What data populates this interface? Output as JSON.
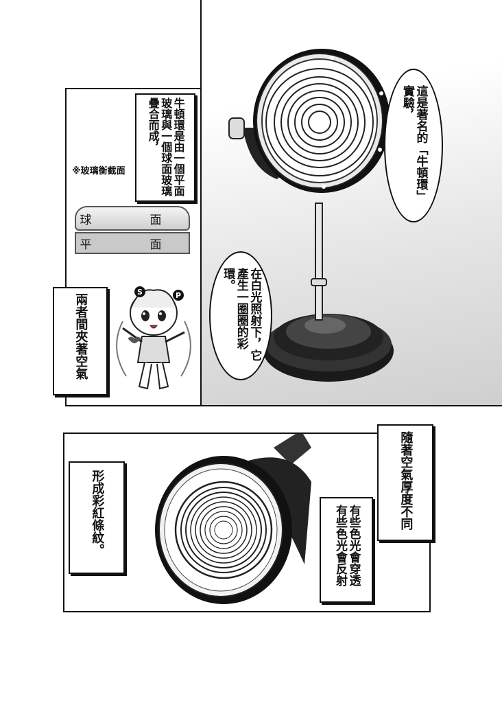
{
  "panel_top_left": {
    "caption_glass": "牛頓環是由一個平面玻璃與一個球面玻璃疊合而成，",
    "note_cross_section": "※玻璃衡截面",
    "plate_sphere_label": "球　面",
    "plate_flat_label": "平　面",
    "caption_air": "兩者間夾著空氣",
    "mascot_badge_left": "S",
    "mascot_badge_right": "P"
  },
  "panel_top_right": {
    "bubble_famous": "這是著名的「牛頓環」實驗，",
    "bubble_white_light": "在白光照射下，它產生一圈圈的彩環。"
  },
  "panel_bottom": {
    "caption_thickness": "隨著空氣厚度不同",
    "caption_pass_reflect": "有些色光會穿透有些色光會反射",
    "caption_fringes": "形成彩紅條紋。"
  }
}
